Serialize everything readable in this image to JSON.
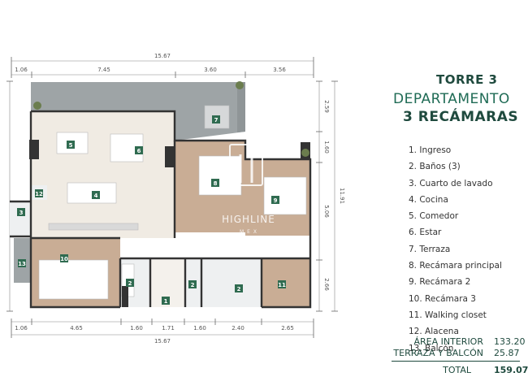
{
  "dims": {
    "top_total": "15.67",
    "top": [
      "1.06",
      "7.45",
      "3.60",
      "3.56"
    ],
    "bottom": [
      "1.06",
      "4.65",
      "1.60",
      "1.71",
      "1.60",
      "2.40",
      "2.65"
    ],
    "bottom_total": "15.67",
    "right": [
      "2.59",
      "1.60",
      "5.06",
      "2.66"
    ],
    "left_total": "11.91"
  },
  "rooms": [
    "1",
    "2",
    "2",
    "2",
    "3",
    "4",
    "5",
    "6",
    "7",
    "8",
    "9",
    "10",
    "11",
    "12",
    "13"
  ],
  "watermark": {
    "brand": "HIGHLINE",
    "sub": "M E X"
  },
  "title": {
    "line1": "TORRE 3",
    "line2": "DEPARTAMENTO",
    "line3": "3 RECÁMARAS"
  },
  "legend": [
    "1.  Ingreso",
    "2. Baños (3)",
    "3. Cuarto de lavado",
    "4. Cocina",
    "5. Comedor",
    "6. Estar",
    "7. Terraza",
    "8. Recámara principal",
    "9. Recámara 2",
    "10. Recámara 3",
    "11. Walking closet",
    "12. Alacena",
    "13. Balcón"
  ],
  "areas": {
    "interior_label": "ÁREA INTERIOR",
    "interior_value": "133.20",
    "terrace_label": "TERRAZA Y BALCÓN",
    "terrace_value": "25.87",
    "total_label": "TOTAL",
    "total_value": "159.07"
  },
  "colors": {
    "accent": "#1f4a3e",
    "marker": "#2f6b50",
    "floor_living": "#f0ebe3",
    "floor_wood": "#c9ad95",
    "terrace": "#9ea4a6"
  }
}
